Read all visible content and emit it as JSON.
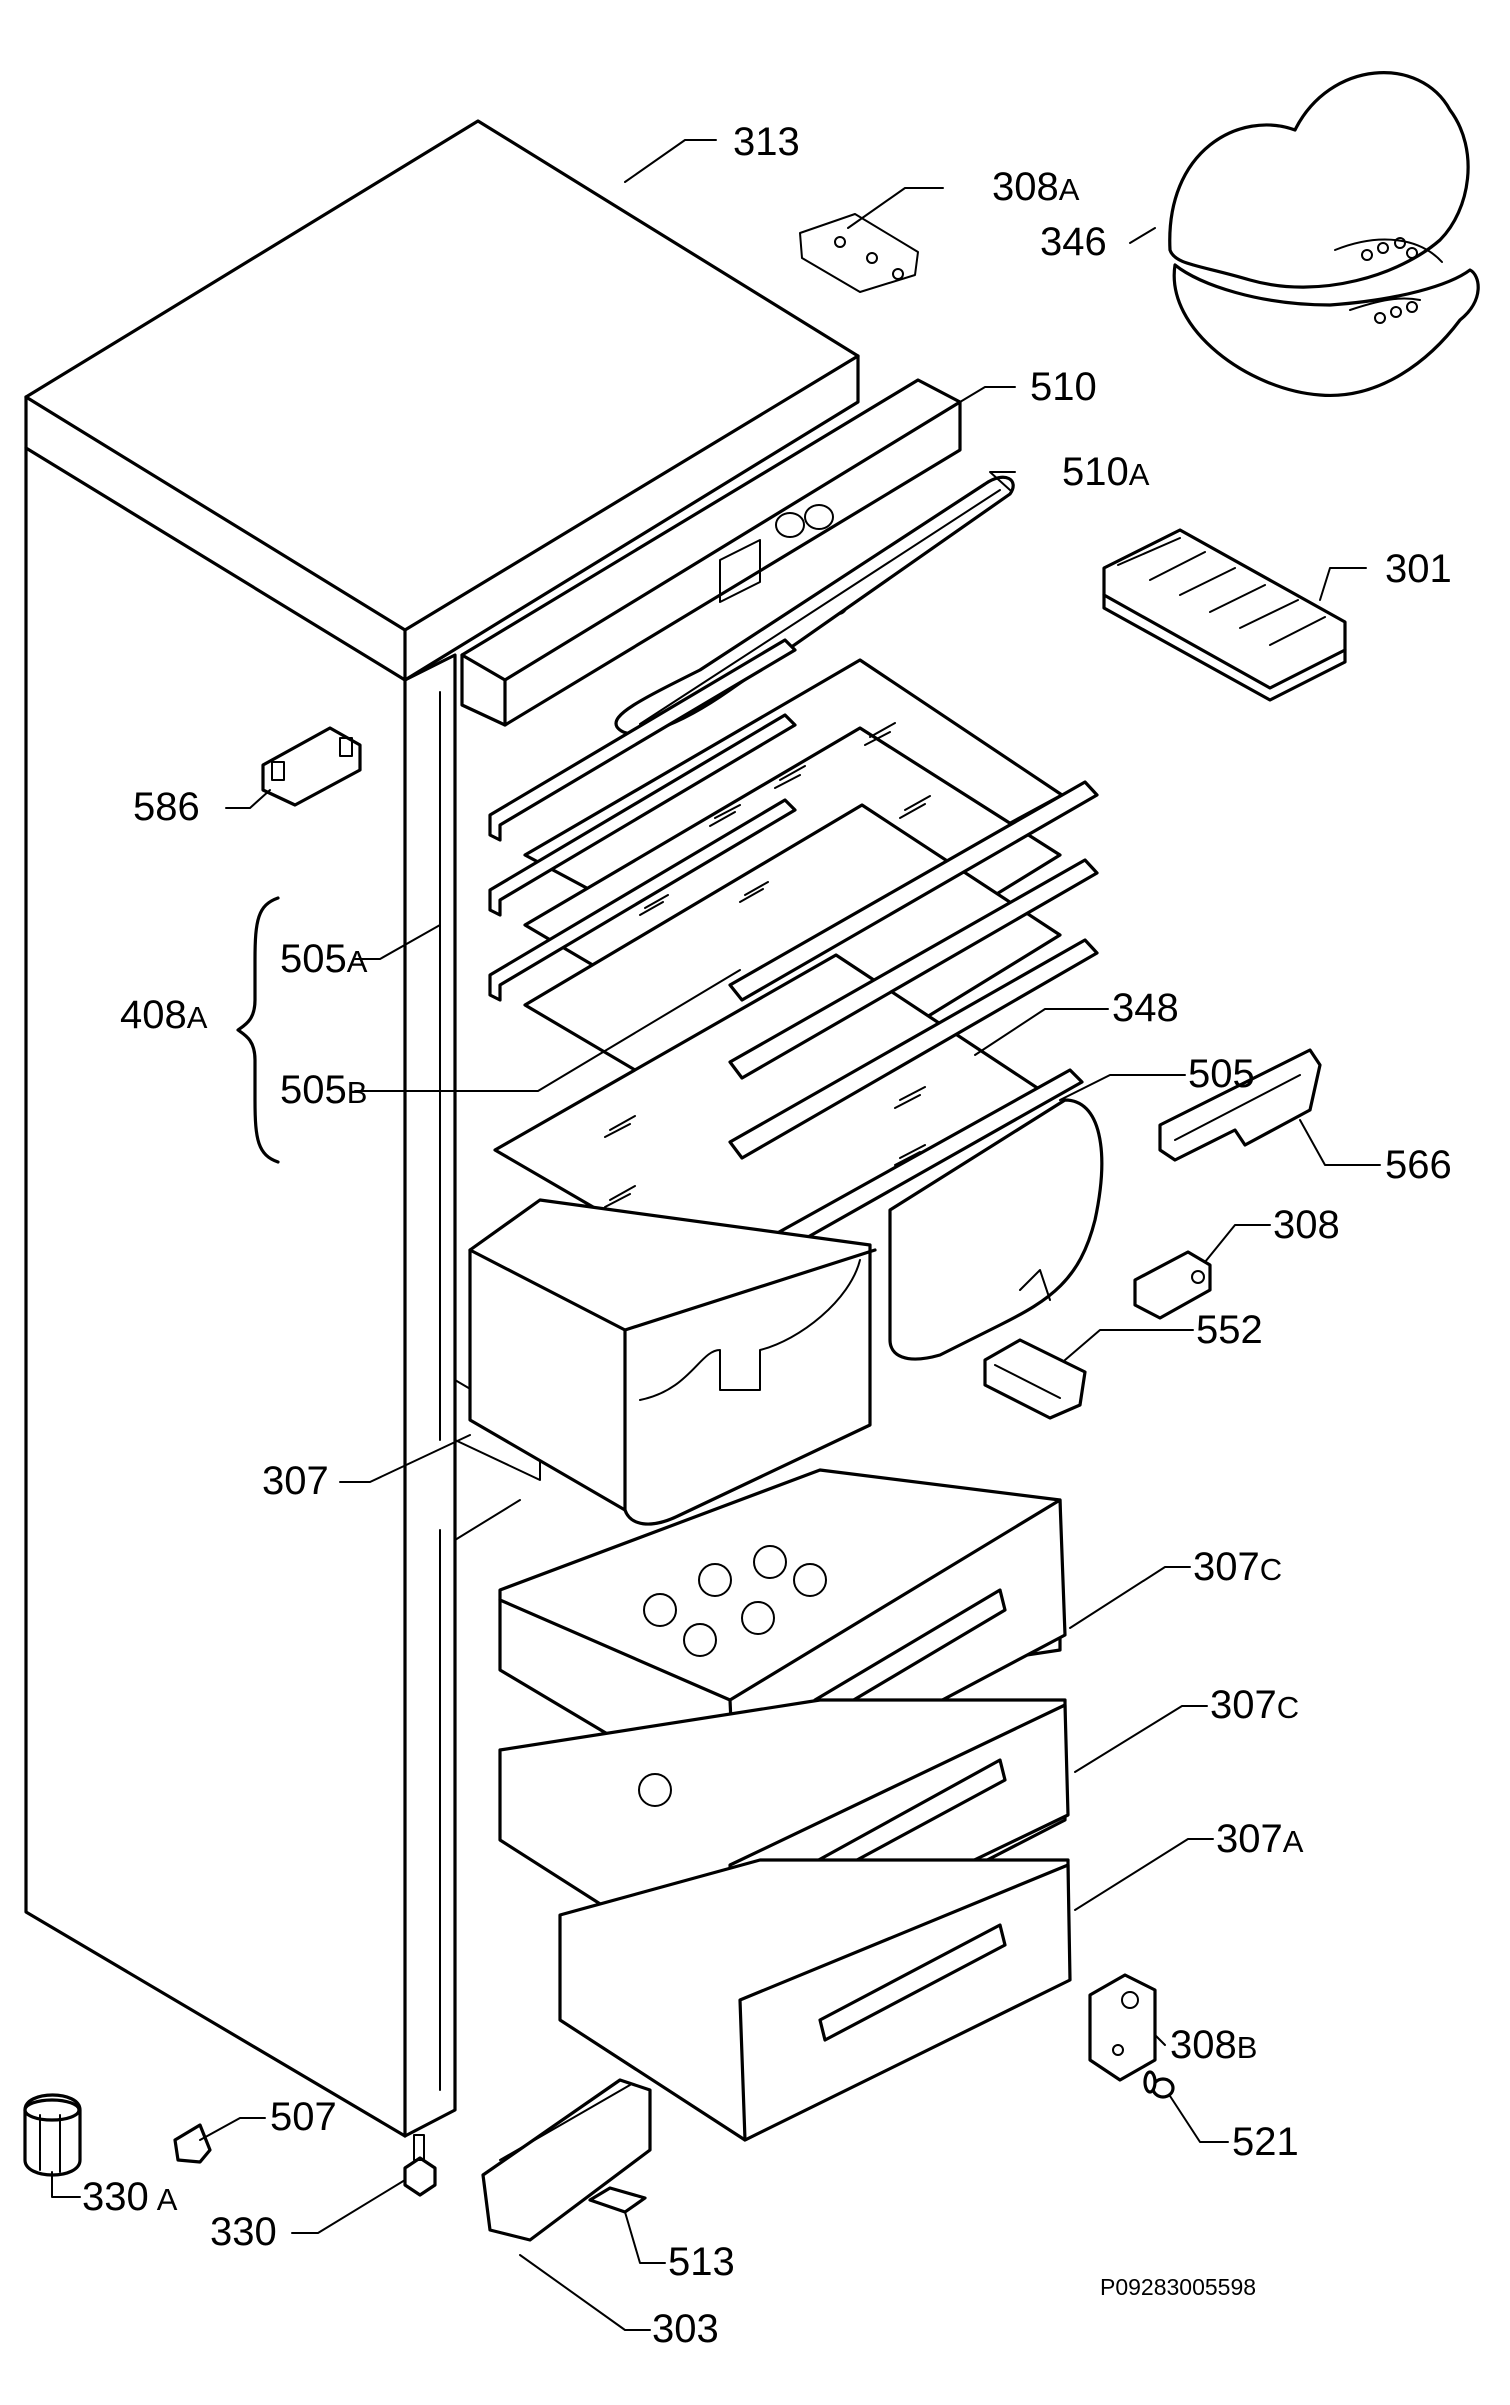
{
  "callouts": {
    "c313": {
      "num": "313",
      "suffix": ""
    },
    "c308A": {
      "num": "308",
      "suffix": "A"
    },
    "c346": {
      "num": "346",
      "suffix": ""
    },
    "c510": {
      "num": "510",
      "suffix": ""
    },
    "c510A": {
      "num": "510",
      "suffix": "A"
    },
    "c301": {
      "num": "301",
      "suffix": ""
    },
    "c586": {
      "num": "586",
      "suffix": ""
    },
    "c505A": {
      "num": "505",
      "suffix": "A"
    },
    "c408A": {
      "num": "408",
      "suffix": "A"
    },
    "c505B": {
      "num": "505",
      "suffix": "B"
    },
    "c348": {
      "num": "348",
      "suffix": ""
    },
    "c505": {
      "num": "505",
      "suffix": ""
    },
    "c566": {
      "num": "566",
      "suffix": ""
    },
    "c308": {
      "num": "308",
      "suffix": ""
    },
    "c552": {
      "num": "552",
      "suffix": ""
    },
    "c307": {
      "num": "307",
      "suffix": ""
    },
    "c307C1": {
      "num": "307",
      "suffix": "C"
    },
    "c307C2": {
      "num": "307",
      "suffix": "C"
    },
    "c307A": {
      "num": "307",
      "suffix": "A"
    },
    "c308B": {
      "num": "308",
      "suffix": "B"
    },
    "c507": {
      "num": "507",
      "suffix": ""
    },
    "c521": {
      "num": "521",
      "suffix": ""
    },
    "c330A": {
      "num": "330",
      "suffix": "A"
    },
    "c330": {
      "num": "330",
      "suffix": ""
    },
    "c513": {
      "num": "513",
      "suffix": ""
    },
    "c303": {
      "num": "303",
      "suffix": ""
    }
  },
  "drawing_code": "P09283005598"
}
